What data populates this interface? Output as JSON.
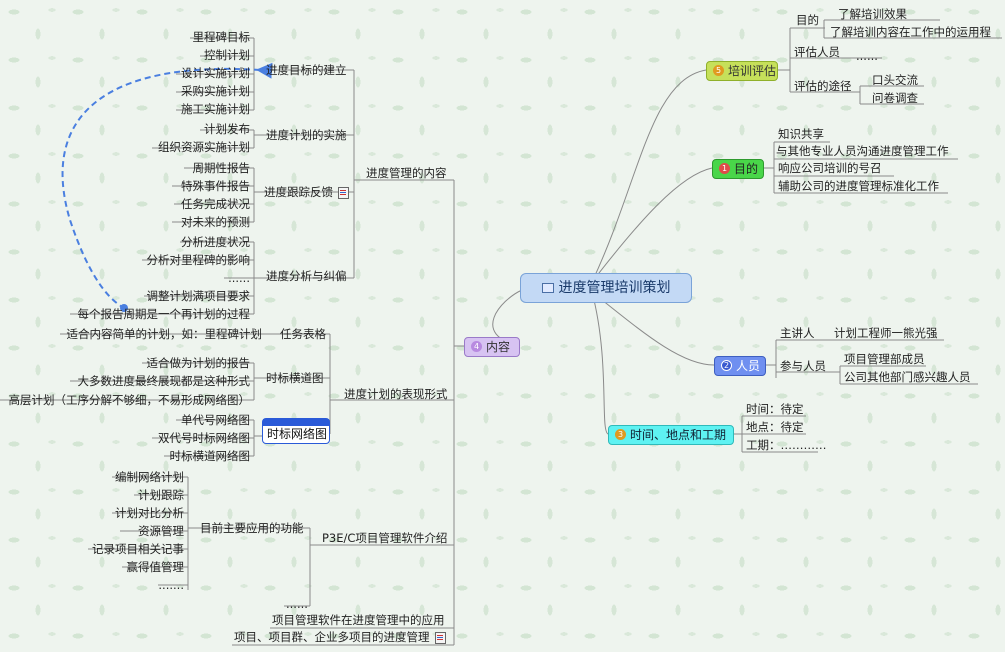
{
  "center": {
    "title": "进度管理培训策划"
  },
  "right": {
    "training_eval": {
      "label": "培训评估",
      "badge": "5",
      "purpose_label": "目的",
      "purpose_items": [
        "了解培训效果",
        "了解培训内容在工作中的运用程"
      ],
      "evaluator_label": "评估人员",
      "evaluator_items": [
        "......"
      ],
      "ways_label": "评估的途径",
      "ways_items": [
        "口头交流",
        "问卷调查"
      ]
    },
    "goal": {
      "label": "目的",
      "badge": "1",
      "items": [
        "知识共享",
        "与其他专业人员沟通进度管理工作",
        "响应公司培训的号召",
        "辅助公司的进度管理标准化工作"
      ]
    },
    "people": {
      "label": "人员",
      "badge": "2",
      "lecturer_label": "主讲人",
      "lecturer_value": "计划工程师一熊光强",
      "attendees_label": "参与人员",
      "attendees_items": [
        "项目管理部成员",
        "公司其他部门感兴趣人员"
      ]
    },
    "time_place": {
      "label": "时间、地点和工期",
      "badge": "3",
      "items": [
        "时间：待定",
        "地点：待定",
        "工期：…………"
      ]
    }
  },
  "left": {
    "content": {
      "label": "内容",
      "badge": "4"
    },
    "mgmt_content": {
      "label": "进度管理的内容",
      "setup": {
        "label": "进度目标的建立",
        "items": [
          "里程碑目标",
          "控制计划",
          "设计实施计划",
          "采购实施计划",
          "施工实施计划"
        ]
      },
      "execute": {
        "label": "进度计划的实施",
        "items": [
          "计划发布",
          "组织资源实施计划"
        ]
      },
      "tracking": {
        "label": "进度跟踪反馈",
        "items": [
          "周期性报告",
          "特殊事件报告",
          "任务完成状况",
          "对未来的预测"
        ]
      },
      "analysis": {
        "label": "进度分析与纠偏",
        "items": [
          "分析进度状况",
          "分析对里程碑的影响",
          "......",
          "调整计划满项目要求",
          "每个报告周期是一个再计划的过程"
        ]
      }
    },
    "forms": {
      "label": "进度计划的表现形式",
      "task_table": {
        "label": "任务表格",
        "items": [
          "适合内容简单的计划，如：里程碑计划"
        ]
      },
      "bar_chart": {
        "label": "时标横道图",
        "items": [
          "适合做为计划的报告",
          "大多数进度最终展现都是这种形式",
          "高层计划（工序分解不够细，不易形成网络图）"
        ]
      },
      "network": {
        "label": "时标网络图",
        "items": [
          "单代号网络图",
          "双代号时标网络图",
          "时标横道网络图"
        ]
      }
    },
    "p3e": {
      "label": "P3E/C项目管理软件介绍",
      "functions": {
        "label": "目前主要应用的功能",
        "items": [
          "编制网络计划",
          "计划跟踪",
          "计划对比分析",
          "资源管理",
          "记录项目相关记事",
          "赢得值管理",
          "......."
        ]
      },
      "more": "......",
      "application": "项目管理软件在进度管理中的应用",
      "multi": "项目、项目群、企业多项目的进度管理"
    }
  },
  "colors": {
    "eval_bg": "#c6e05a",
    "goal_bg": "#49d649",
    "people_bg": "#6f8ff0",
    "time_bg": "#5ef2f2",
    "content_bg": "#d7c3f2",
    "center_bg": "#c3d9f5",
    "dash": "#4a7fe0",
    "line": "#8a8a8a"
  }
}
